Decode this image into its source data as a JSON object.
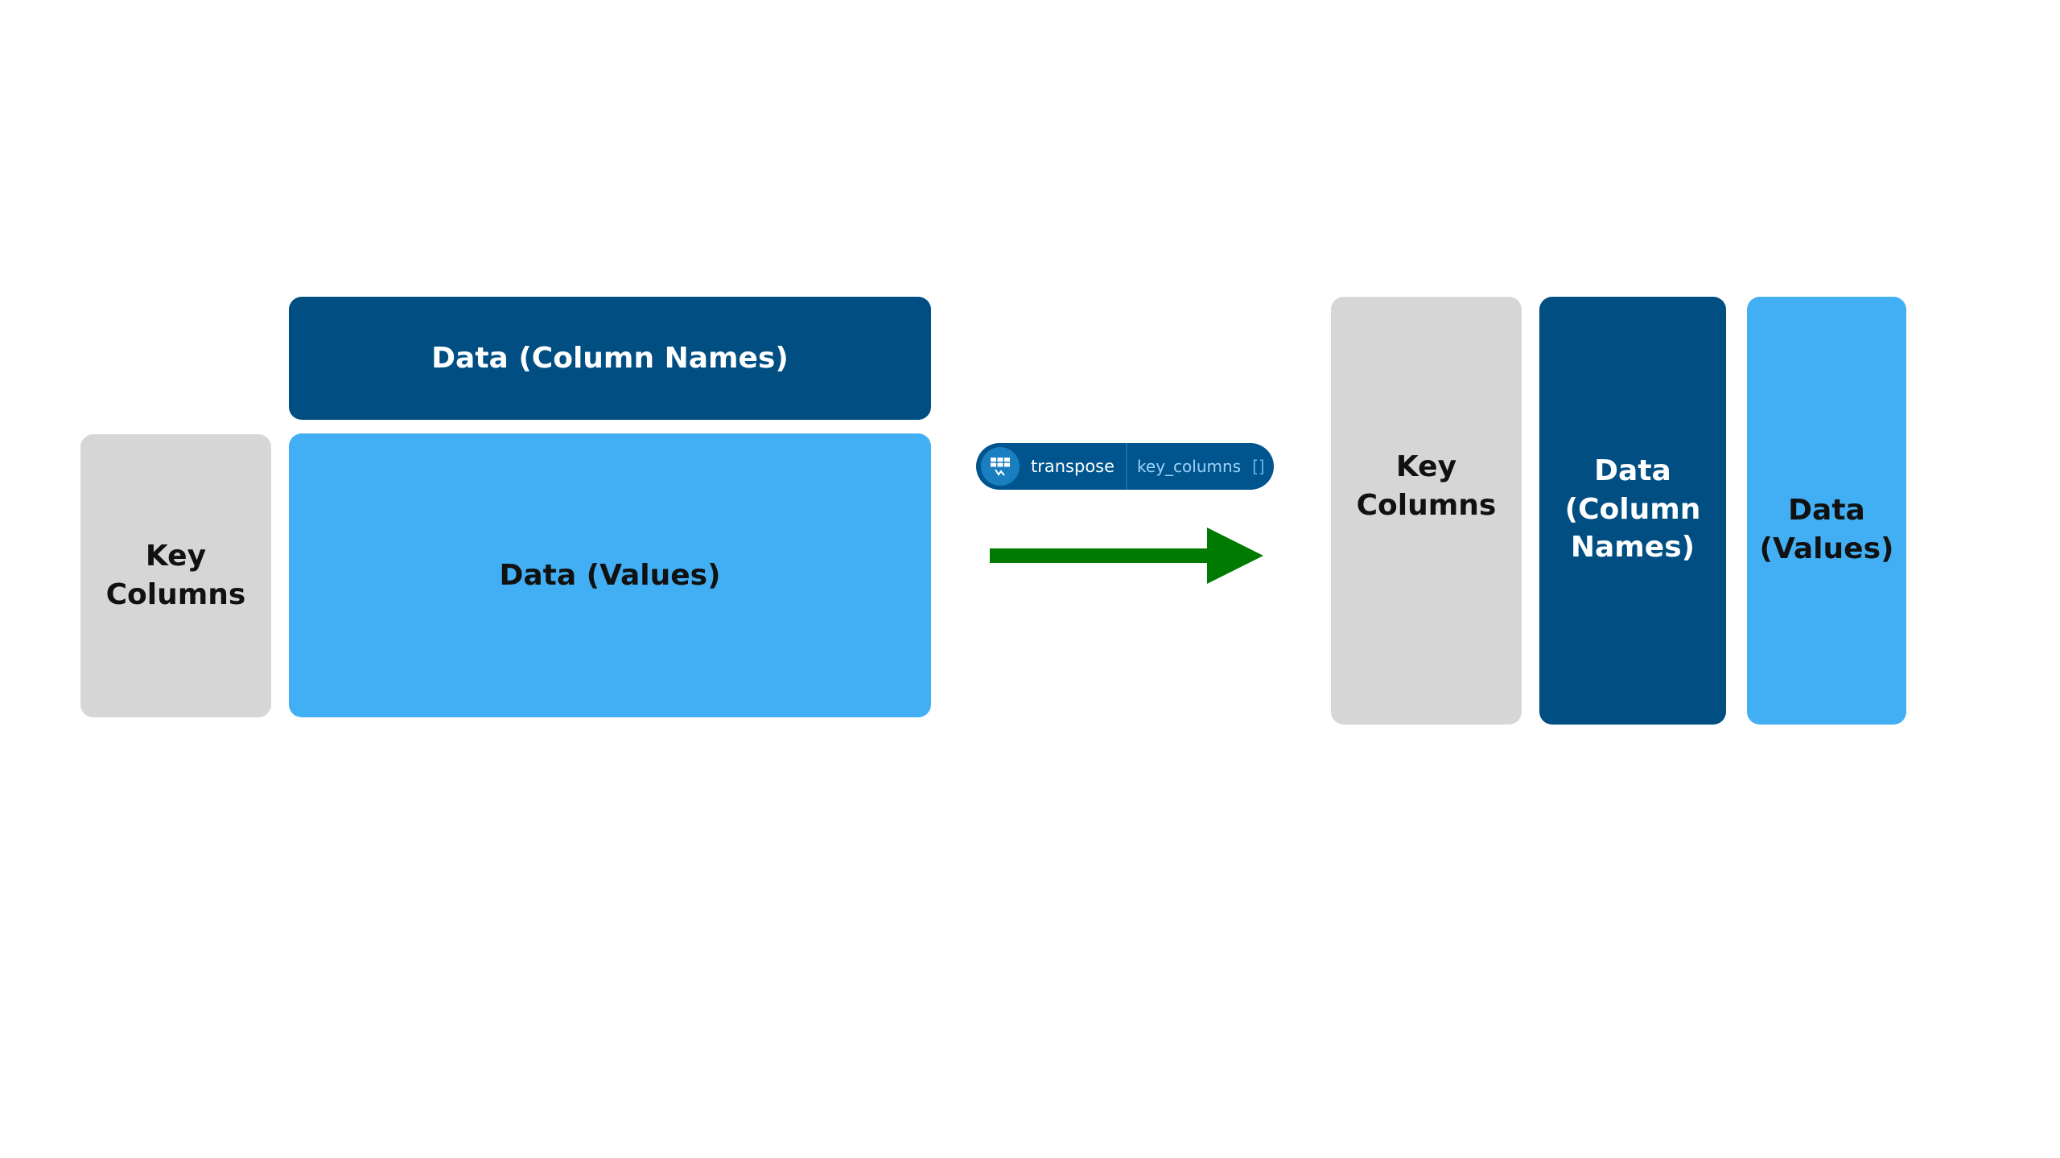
{
  "left": {
    "key_columns": "Key\nColumns",
    "column_names": "Data (Column Names)",
    "values": "Data (Values)"
  },
  "operation": {
    "function_name": "transpose",
    "argument_name": "key_columns",
    "argument_value": "[]",
    "icon": "grid-transpose-icon",
    "pill_color": "#00558f",
    "arrow_color": "#007a00"
  },
  "right": {
    "key_columns": "Key\nColumns",
    "column_names": "Data\n(Column\nNames)",
    "values": "Data\n(Values)"
  },
  "colors": {
    "key": "#d6d6d6",
    "column_names": "#004e82",
    "values": "#42aff4"
  }
}
